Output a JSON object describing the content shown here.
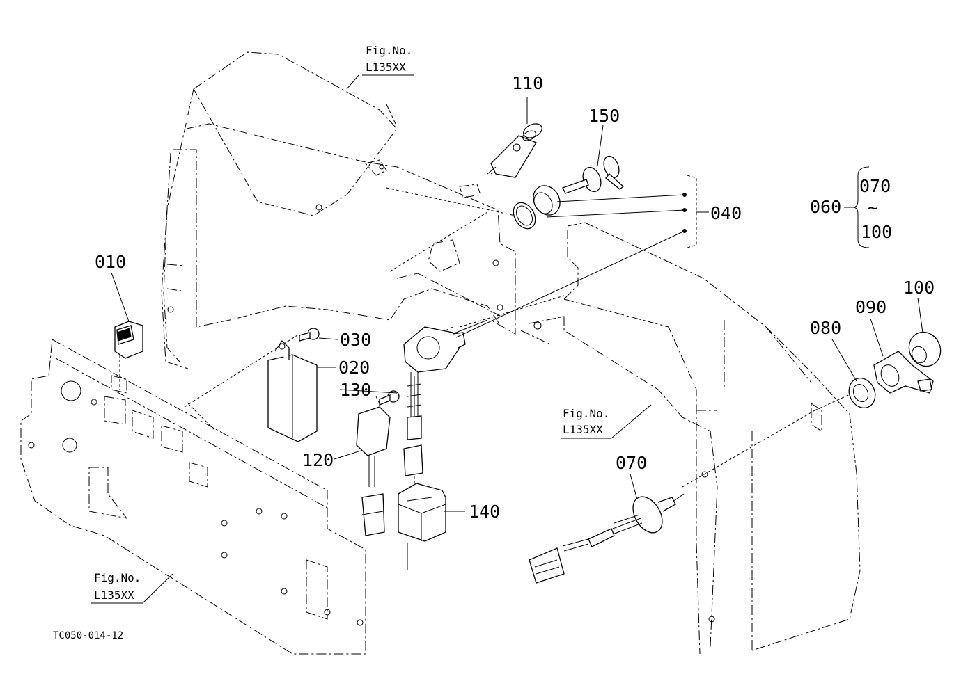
{
  "diagram_code": "TC050-014-12",
  "fig_refs": [
    {
      "label": "Fig.No.",
      "code": "L135XX"
    },
    {
      "label": "Fig.No.",
      "code": "L135XX"
    },
    {
      "label": "Fig.No.",
      "code": "L135XX"
    }
  ],
  "callouts": {
    "p010": "010",
    "p020": "020",
    "p030": "030",
    "p040": "040",
    "p060": "060",
    "p070": "070",
    "p080": "080",
    "p090": "090",
    "p100": "100",
    "p110": "110",
    "p120": "120",
    "p130": "130",
    "p140": "140",
    "p150": "150"
  },
  "group_bracket": {
    "from": "070",
    "tilde": "~",
    "to": "100"
  }
}
